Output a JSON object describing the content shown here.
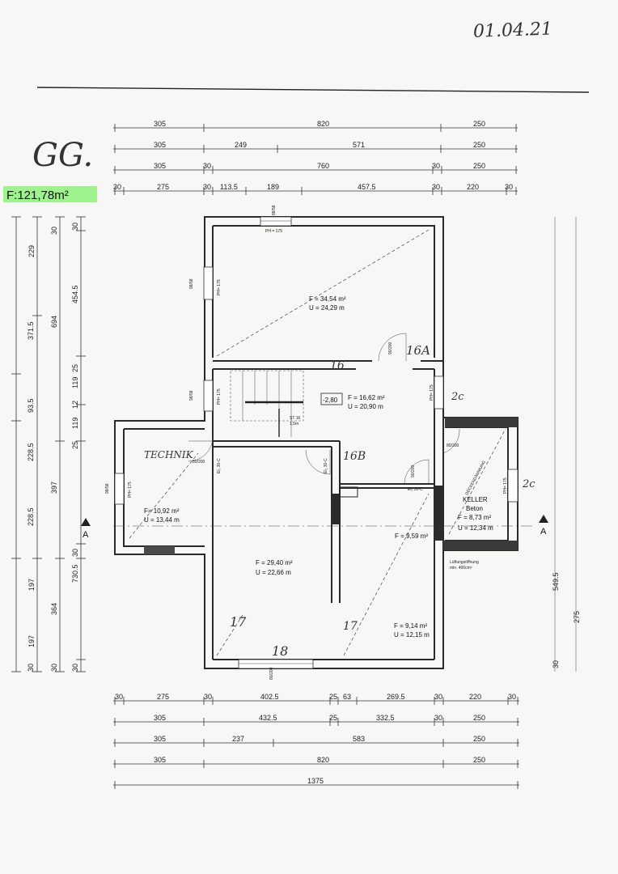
{
  "header": {
    "date": "01.04.21",
    "floor_label": "GG.",
    "area_label": "F:121,78m²"
  },
  "dims_top": {
    "row1": [
      "305",
      "820",
      "250"
    ],
    "row2": [
      "305",
      "249",
      "571",
      "250"
    ],
    "row3": [
      "305",
      "30",
      "760",
      "30",
      "250"
    ],
    "row4": [
      "30",
      "275",
      "30",
      "113.5",
      "189",
      "457.5",
      "30",
      "220",
      "30"
    ]
  },
  "dims_bottom": {
    "row1": [
      "30",
      "275",
      "30",
      "402.5",
      "25",
      "63",
      "269.5",
      "30",
      "220",
      "30"
    ],
    "row2": [
      "305",
      "432.5",
      "25",
      "332.5",
      "30",
      "250"
    ],
    "row3": [
      "305",
      "237",
      "583",
      "250"
    ],
    "row4": [
      "305",
      "820",
      "250"
    ],
    "row5": [
      "1375"
    ]
  },
  "dims_left": {
    "col1": [
      "371.5",
      "93.5",
      "228.5",
      "228.5"
    ],
    "col2": [
      "229",
      "197",
      "197"
    ],
    "col3": [
      "694",
      "397",
      "364"
    ],
    "col4": [
      "454.5",
      "119",
      "12",
      "119",
      "25",
      "30",
      "30",
      "730.5",
      "30"
    ],
    "col5": [
      "30",
      "25",
      "30",
      "30"
    ]
  },
  "dims_right": {
    "col1": [
      "549.5",
      "30"
    ],
    "col2": [
      "275"
    ]
  },
  "rooms": {
    "r1": {
      "area": "F = 34,54 m²",
      "perimeter": "U = 24,29 m"
    },
    "r2": {
      "area": "F = 16,62 m²",
      "perimeter": "U = 20,90 m",
      "level": "-2,80"
    },
    "technik": {
      "label": "TECHNIK",
      "area": "F= 10,92 m²",
      "perimeter": "U = 13,44 m"
    },
    "r4": {
      "area": "F = 29,40 m²",
      "perimeter": "U = 22,66 m"
    },
    "r5": {
      "area": "F = 9,59 m²"
    },
    "r6": {
      "area": "F = 9,14 m²",
      "perimeter": "U = 12,15 m"
    },
    "keller": {
      "label": "KELLER",
      "material": "Beton",
      "area": "F = 8,73 m²",
      "perimeter": "U = 12,34 m",
      "insulation": "DECKENDÄMMUNG"
    }
  },
  "annotations": {
    "vent": "Lüftungsöffnung",
    "vent_min": "min. 400cm²",
    "ph": "PH = 175",
    "ph_short": "PH= 175",
    "door1": "90/200",
    "door2": "80/200",
    "door3": "90/200",
    "door_code": "El₂ 30-C",
    "door_code2": "El₂ 30-C",
    "stair": "ST 16",
    "stair2": "1,5m",
    "win": "98/58",
    "win2": "98/58",
    "win3": "98/58",
    "win_top": "88/58"
  },
  "handwritten": {
    "h16a": "16A",
    "h16": "16",
    "h16b": "16B",
    "h2c": "2c",
    "h2c_b": "2c",
    "h17": "17",
    "h17b": "17",
    "h18": "18"
  },
  "section": {
    "left": "A",
    "right": "A"
  }
}
